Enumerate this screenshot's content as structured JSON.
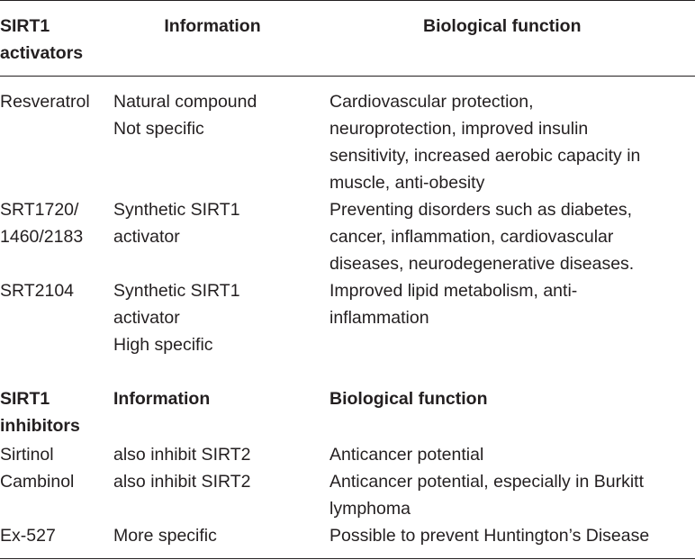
{
  "header": {
    "col1": "SIRT1\nactivators",
    "col2": "Information",
    "col3": "Biological function"
  },
  "activators": [
    {
      "name": "Resveratrol",
      "info": "Natural compound\nNot specific",
      "function": "Cardiovascular protection,\nneuroprotection, improved insulin\nsensitivity, increased aerobic capacity in\nmuscle, anti-obesity"
    },
    {
      "name": "SRT1720/\n1460/2183",
      "info": "Synthetic SIRT1\nactivator",
      "function": "Preventing disorders such as diabetes,\ncancer, inflammation, cardiovascular\ndiseases, neurodegenerative diseases."
    },
    {
      "name": "SRT2104",
      "info": "Synthetic SIRT1\nactivator\nHigh specific",
      "function": "Improved lipid metabolism, anti-\ninflammation"
    }
  ],
  "inhibitors_header": {
    "col1": "SIRT1\ninhibitors",
    "col2": "Information",
    "col3": "Biological function"
  },
  "inhibitors": [
    {
      "name": "Sirtinol",
      "info": "also inhibit SIRT2",
      "function": "Anticancer potential"
    },
    {
      "name": "Cambinol",
      "info": "also inhibit SIRT2",
      "function": "Anticancer potential, especially in Burkitt\nlymphoma"
    },
    {
      "name": "Ex-527",
      "info": "More specific",
      "function": "Possible to prevent Huntington’s Disease"
    }
  ]
}
